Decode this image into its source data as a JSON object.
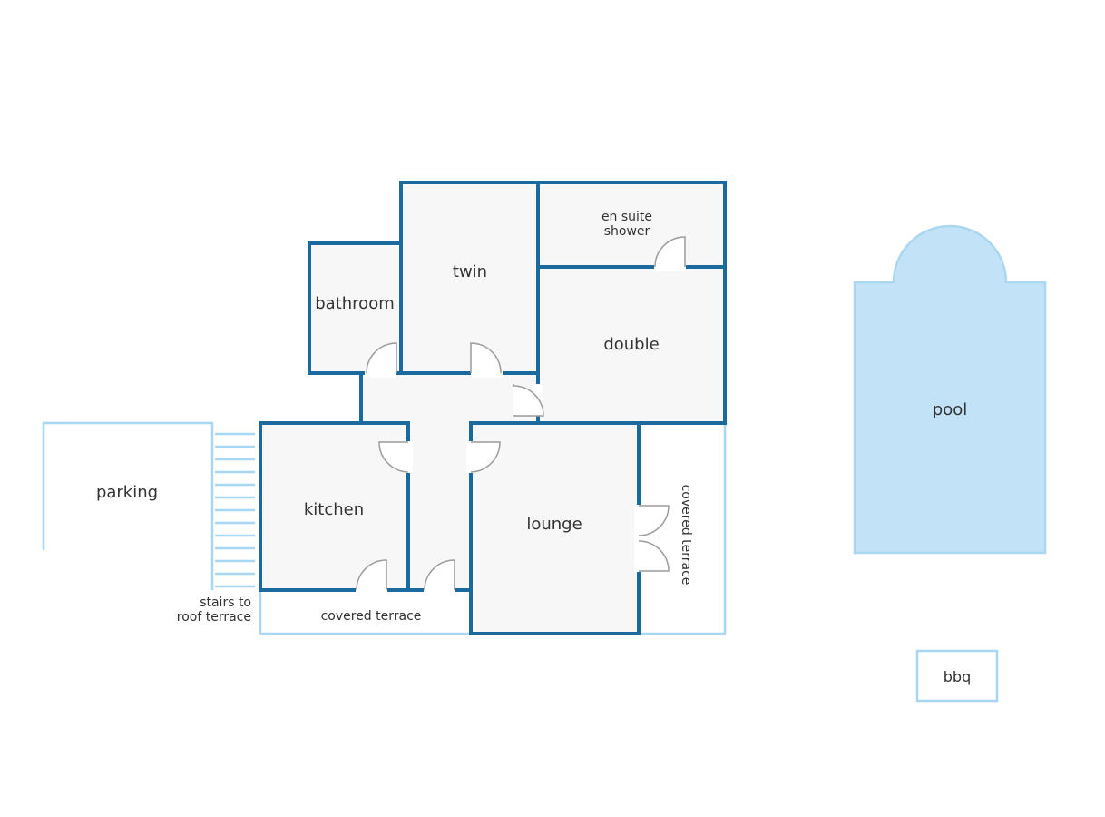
{
  "colors": {
    "wall": "#1a6a9e",
    "outdoor_outline": "#a9d6f0",
    "pool_fill": "#c2e3f7",
    "room_fill": "#f7f7f7"
  },
  "labels": {
    "bathroom": "bathroom",
    "twin": "twin",
    "en_suite_line1": "en suite",
    "en_suite_line2": "shower",
    "double": "double",
    "kitchen": "kitchen",
    "lounge": "lounge",
    "parking": "parking",
    "stairs_line1": "stairs to",
    "stairs_line2": "roof terrace",
    "covered_terrace_bottom": "covered terrace",
    "covered_terrace_side": "covered terrace",
    "pool": "pool",
    "bbq": "bbq"
  }
}
